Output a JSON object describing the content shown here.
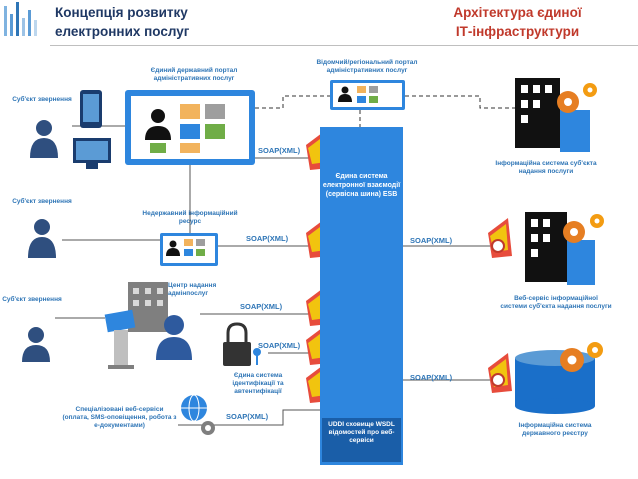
{
  "header": {
    "title_left_line1": "Концепція розвитку",
    "title_left_line2": "електронних послуг",
    "title_right_line1": "Архітектура єдиної",
    "title_right_line2": "ІТ-інфраструктури"
  },
  "nodes": {
    "subject1": "Суб'єкт звернення",
    "subject2": "Суб'єкт звернення",
    "subject3": "Суб'єкт звернення",
    "portal": "Єдиний державний портал адміністративних послуг",
    "dept_portal": "Відомчий/регіональний портал адміністративних послуг",
    "nongov": "Недержавний інформаційний ресурс",
    "center": "Центр надання адмінпослуг",
    "ident": "Єдина система ідентифікації та автентифікації",
    "special": "Спеціалізовані веб-сервіси (оплата, SMS-оповіщення, робота з е-документами)",
    "info_system_subject": "Інформаційна система суб'єкта надання послуги",
    "web_service": "Веб-сервіс інформаційної системи суб'єкта надання послуги",
    "registry": "Інформаційна система державного реєстру"
  },
  "esb": {
    "label": "Єдина система електронної взаємодії (сервісна шина) ESB",
    "uddi": "UDDI сховище WSDL відомостей про веб- сервіси"
  },
  "connectors": {
    "soap1": "SOAP(XML)",
    "soap2": "SOAP(XML)",
    "soap3": "SOAP(XML)",
    "soap4": "SOAP(XML)",
    "soap5": "SOAP(XML)",
    "soap6": "SOAP(XML)",
    "soap7": "SOAP(XML)"
  },
  "colors": {
    "title": "#1f3864",
    "accent": "#c0392b",
    "esb": "#2e86de",
    "label": "#2e75b6"
  }
}
